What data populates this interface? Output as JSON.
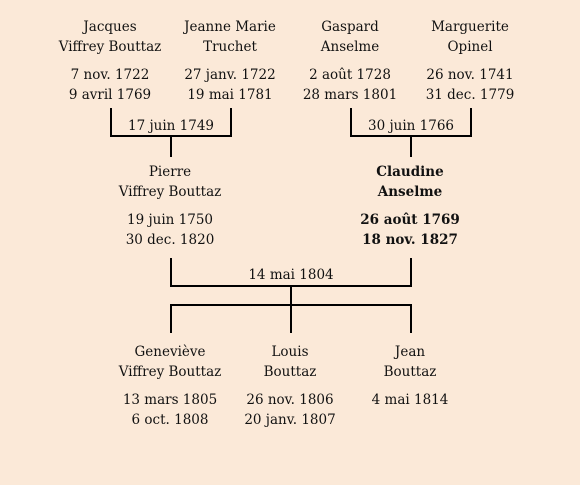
{
  "grandparents_paternal": [
    {
      "first": "Jacques",
      "last": "Viffrey Bouttaz",
      "birth": "7 nov. 1722",
      "death": "9 avril 1769"
    },
    {
      "first": "Jeanne Marie",
      "last": "Truchet",
      "birth": "27 janv. 1722",
      "death": "19 mai 1781"
    }
  ],
  "grandparents_maternal": [
    {
      "first": "Gaspard",
      "last": "Anselme",
      "birth": "2 août 1728",
      "death": "28 mars 1801"
    },
    {
      "first": "Marguerite",
      "last": "Opinel",
      "birth": "26 nov. 1741",
      "death": "31 dec. 1779"
    }
  ],
  "marriage_paternal": "17 juin 1749",
  "marriage_maternal": "30 juin 1766",
  "father": {
    "first": "Pierre",
    "last": "Viffrey Bouttaz",
    "birth": "19 juin 1750",
    "death": "30 dec. 1820"
  },
  "mother": {
    "first": "Claudine",
    "last": "Anselme",
    "birth": "26 août 1769",
    "death": "18 nov. 1827"
  },
  "marriage_parents": "14 mai 1804",
  "children": [
    {
      "first": "Geneviève",
      "last": "Viffrey Bouttaz",
      "birth": "13 mars 1805",
      "death": "6 oct. 1808"
    },
    {
      "first": "Louis",
      "last": "Bouttaz",
      "birth": "26 nov. 1806",
      "death": "20 janv. 1807"
    },
    {
      "first": "Jean",
      "last": "Bouttaz",
      "birth": "4 mai 1814",
      "death": ""
    }
  ]
}
